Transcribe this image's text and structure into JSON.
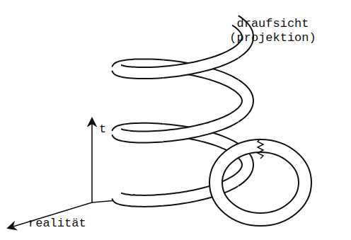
{
  "diagram": {
    "labels": [
      "t",
      "realität",
      "draufsicht (projektion)"
    ]
  }
}
